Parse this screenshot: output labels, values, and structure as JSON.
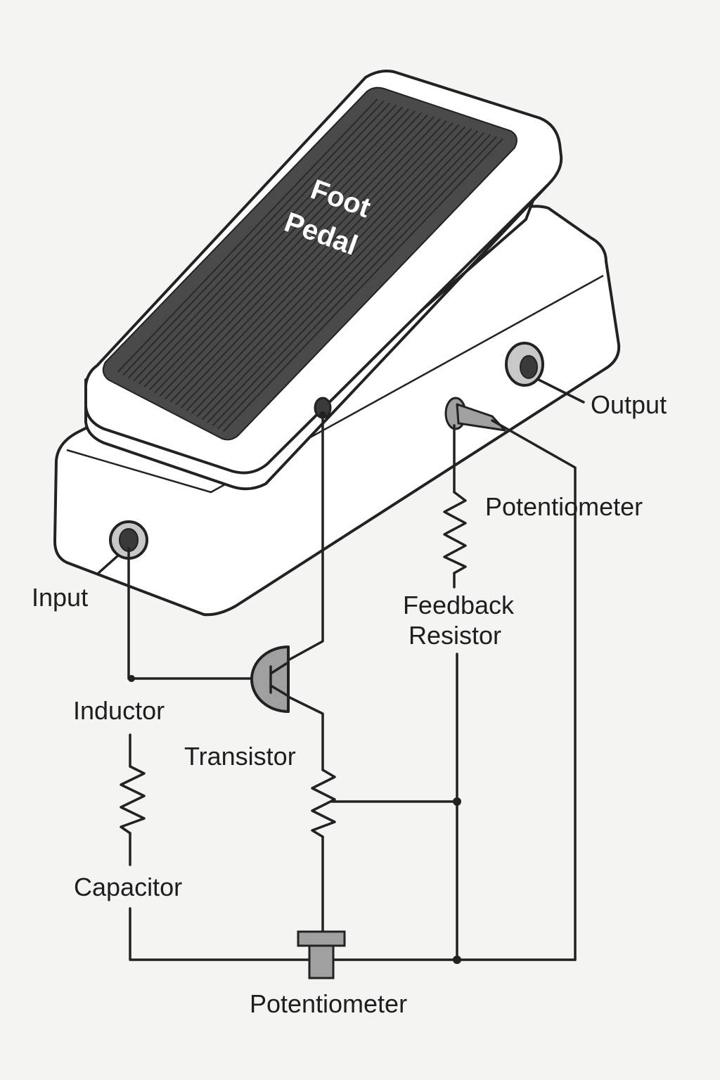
{
  "labels": {
    "foot_pedal_line1": "Foot",
    "foot_pedal_line2": "Pedal",
    "output": "Output",
    "potentiometer_top": "Potentiometer",
    "input": "Input",
    "feedback_resistor_line1": "Feedback",
    "feedback_resistor_line2": "Resistor",
    "inductor": "Inductor",
    "transistor": "Transistor",
    "capacitor": "Capacitor",
    "potentiometer_bottom": "Potentiometer"
  },
  "colors": {
    "background": "#f4f4f3",
    "line": "#222222",
    "tread": "#4a4a4a",
    "component_gray": "#a0a0a0"
  }
}
